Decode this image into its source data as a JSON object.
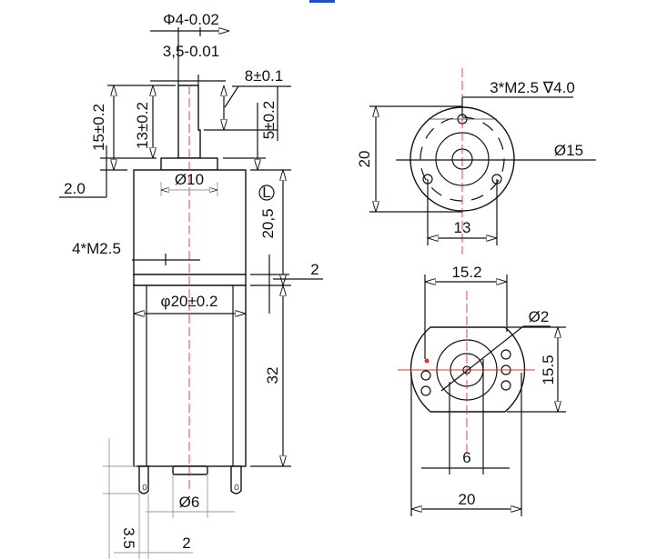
{
  "side_view": {
    "shaft_diameter": "Φ4-0.02",
    "shaft_flat": "3,5-0.01",
    "flat_length": "8±0.1",
    "shaft_length_15": "15±0.2",
    "shaft_length_13": "13±0.2",
    "flat_offset": "5±0.2",
    "collar_height": "2.0",
    "collar_diameter": "Ø10",
    "gearbox_length_label": "L",
    "gearbox_length": "20,5",
    "mount_holes": "4*M2.5",
    "gap": "2",
    "motor_diameter": "φ20±0.2",
    "motor_length": "32",
    "boss_diameter": "Ø6",
    "terminal_length": "3.5",
    "terminal_width": "2"
  },
  "front_view": {
    "thread_holes": "3*M2.5 ∇4.0",
    "bolt_circle": "Ø15",
    "height": "20",
    "hole_spacing": "13"
  },
  "rear_view": {
    "flat_width": "15.2",
    "hole_diameter": "Ø2",
    "flat_height": "15.5",
    "boss_spacing": "6",
    "width": "20"
  },
  "colors": {
    "centerline": "#e03030",
    "accent": "#2050c0"
  }
}
